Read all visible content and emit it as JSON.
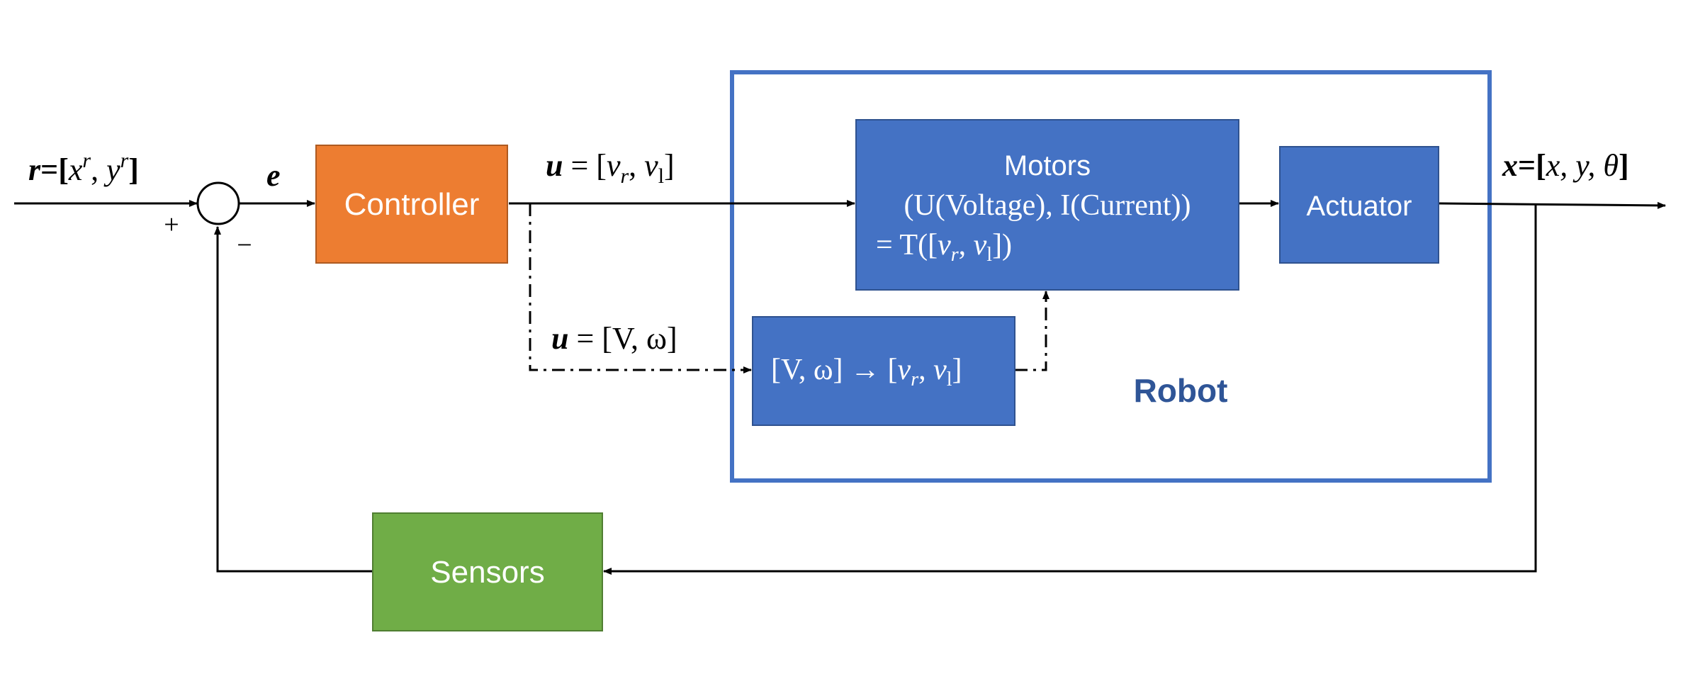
{
  "colors": {
    "controller_fill": "#ED7D31",
    "controller_stroke": "#AE5A21",
    "robot_block_fill": "#4472C4",
    "robot_block_stroke": "#2F528F",
    "robot_frame": "#4472C4",
    "robot_label": "#2F5597",
    "sensors_fill": "#70AD47",
    "sensors_stroke": "#507E32",
    "line": "#000000"
  },
  "blocks": {
    "controller": "Controller",
    "motors_title": "Motors",
    "motors_line2": "(U(Voltage), I(Current))",
    "motors_line3_prefix": "= T([",
    "motors_line3_suffix": "])",
    "actuator": "Actuator",
    "sensors": "Sensors",
    "converter_prefix": "[V, ω] → [",
    "converter_suffix": "]",
    "robot": "Robot"
  },
  "signals": {
    "reference_prefix": "r",
    "reference_eq": "=[",
    "reference_close": "]",
    "error": "e",
    "input_u": "u",
    "input_u_eq": " = [",
    "input_u_close": "]",
    "input_u_alt": " = [V, ω]",
    "output_prefix": "x",
    "output_eq": "=[",
    "output_vars": "x, y, θ",
    "output_close": "]"
  },
  "symbols": {
    "x": "x",
    "y": "y",
    "r": "r",
    "v": "v",
    "l": "l",
    "comma": ", "
  },
  "summing_junction": {
    "plus": "+",
    "minus": "−"
  }
}
